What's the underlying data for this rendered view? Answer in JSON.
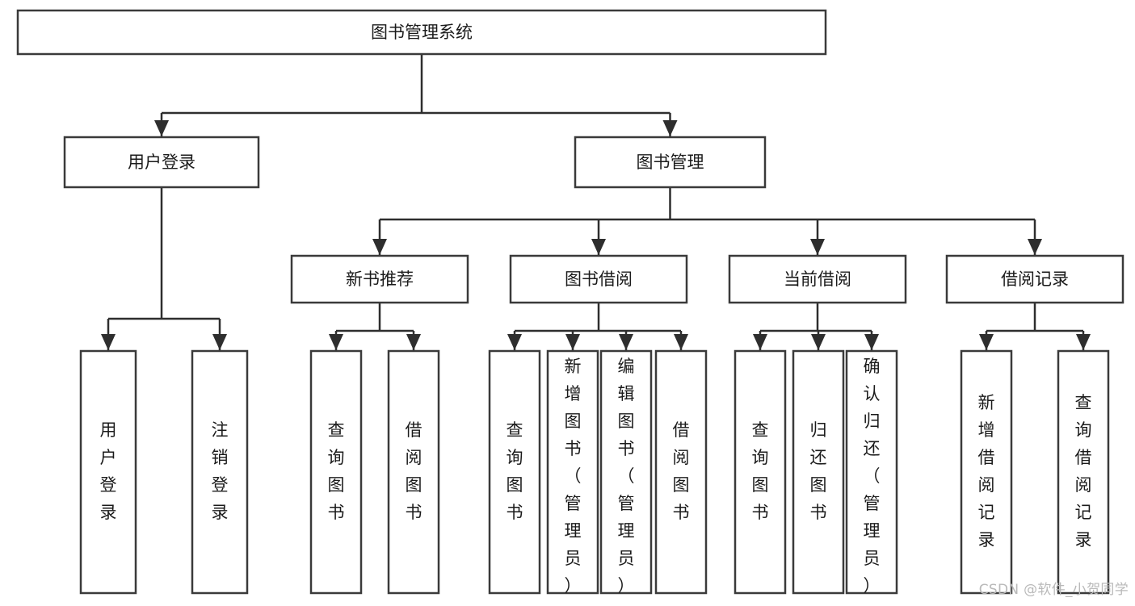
{
  "diagram": {
    "type": "hierarchy-tree",
    "title": "图书管理系统",
    "root": {
      "id": "root",
      "label": "图书管理系统",
      "orientation": "horizontal"
    },
    "level1": [
      {
        "id": "user-login",
        "label": "用户登录",
        "orientation": "horizontal"
      },
      {
        "id": "book-manage",
        "label": "图书管理",
        "orientation": "horizontal"
      }
    ],
    "level2": [
      {
        "id": "new-book-recommend",
        "label": "新书推荐",
        "parent": "book-manage",
        "orientation": "horizontal"
      },
      {
        "id": "book-borrow",
        "label": "图书借阅",
        "parent": "book-manage",
        "orientation": "horizontal"
      },
      {
        "id": "current-borrow",
        "label": "当前借阅",
        "parent": "book-manage",
        "orientation": "horizontal"
      },
      {
        "id": "borrow-record",
        "label": "借阅记录",
        "parent": "book-manage",
        "orientation": "horizontal"
      }
    ],
    "leaves": [
      {
        "id": "leaf-user-login",
        "label": "用户登录",
        "parent": "user-login",
        "orientation": "vertical"
      },
      {
        "id": "leaf-user-logout",
        "label": "注销登录",
        "parent": "user-login",
        "orientation": "vertical"
      },
      {
        "id": "leaf-query-book-1",
        "label": "查询图书",
        "parent": "new-book-recommend",
        "orientation": "vertical"
      },
      {
        "id": "leaf-borrow-book-1",
        "label": "借阅图书",
        "parent": "new-book-recommend",
        "orientation": "vertical"
      },
      {
        "id": "leaf-query-book-2",
        "label": "查询图书",
        "parent": "book-borrow",
        "orientation": "vertical"
      },
      {
        "id": "leaf-add-book",
        "label": "新增图书（管理员）",
        "parent": "book-borrow",
        "orientation": "vertical"
      },
      {
        "id": "leaf-edit-book",
        "label": "编辑图书（管理员）",
        "parent": "book-borrow",
        "orientation": "vertical"
      },
      {
        "id": "leaf-borrow-book-2",
        "label": "借阅图书",
        "parent": "book-borrow",
        "orientation": "vertical"
      },
      {
        "id": "leaf-query-book-3",
        "label": "查询图书",
        "parent": "current-borrow",
        "orientation": "vertical"
      },
      {
        "id": "leaf-return-book",
        "label": "归还图书",
        "parent": "current-borrow",
        "orientation": "vertical"
      },
      {
        "id": "leaf-confirm-return",
        "label": "确认归还（管理员）",
        "parent": "current-borrow",
        "orientation": "vertical"
      },
      {
        "id": "leaf-add-record",
        "label": "新增借阅记录",
        "parent": "borrow-record",
        "orientation": "vertical"
      },
      {
        "id": "leaf-query-record",
        "label": "查询借阅记录",
        "parent": "borrow-record",
        "orientation": "vertical"
      }
    ],
    "colors": {
      "box_fill": "#ffffff",
      "box_stroke": "#3a3a3a",
      "connector": "#2e2e2e",
      "text": "#1b1b1b",
      "background": "#ffffff",
      "watermark": "#b9b9b9"
    }
  },
  "watermark": {
    "text": "CSDN @软件_小贺同学"
  }
}
